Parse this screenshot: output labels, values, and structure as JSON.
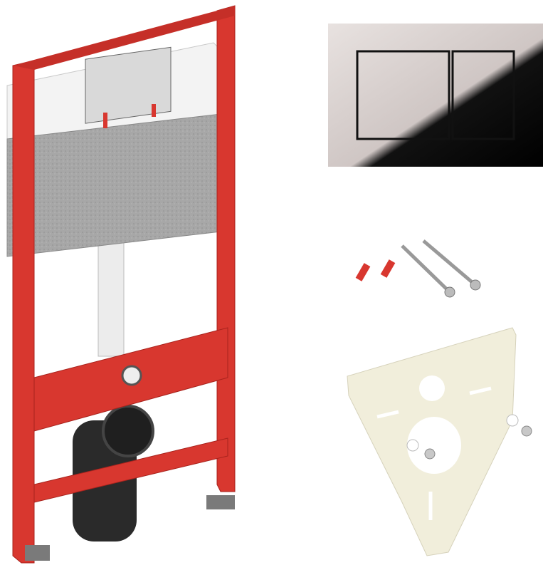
{
  "colors": {
    "background": "#ffffff",
    "frame_red": "#d8372f",
    "frame_red_dark": "#a8231d",
    "cistern_white": "#f2f2f2",
    "cistern_grey": "#a9a9a9",
    "pipe_black": "#2a2a2a",
    "plate_chrome": "#c9c2c0",
    "mat_beige": "#f1eedb",
    "anchor_red": "#d8372f"
  },
  "components": [
    "installation-frame",
    "flush-plate",
    "fixing-set",
    "sound-insulation-mat"
  ]
}
